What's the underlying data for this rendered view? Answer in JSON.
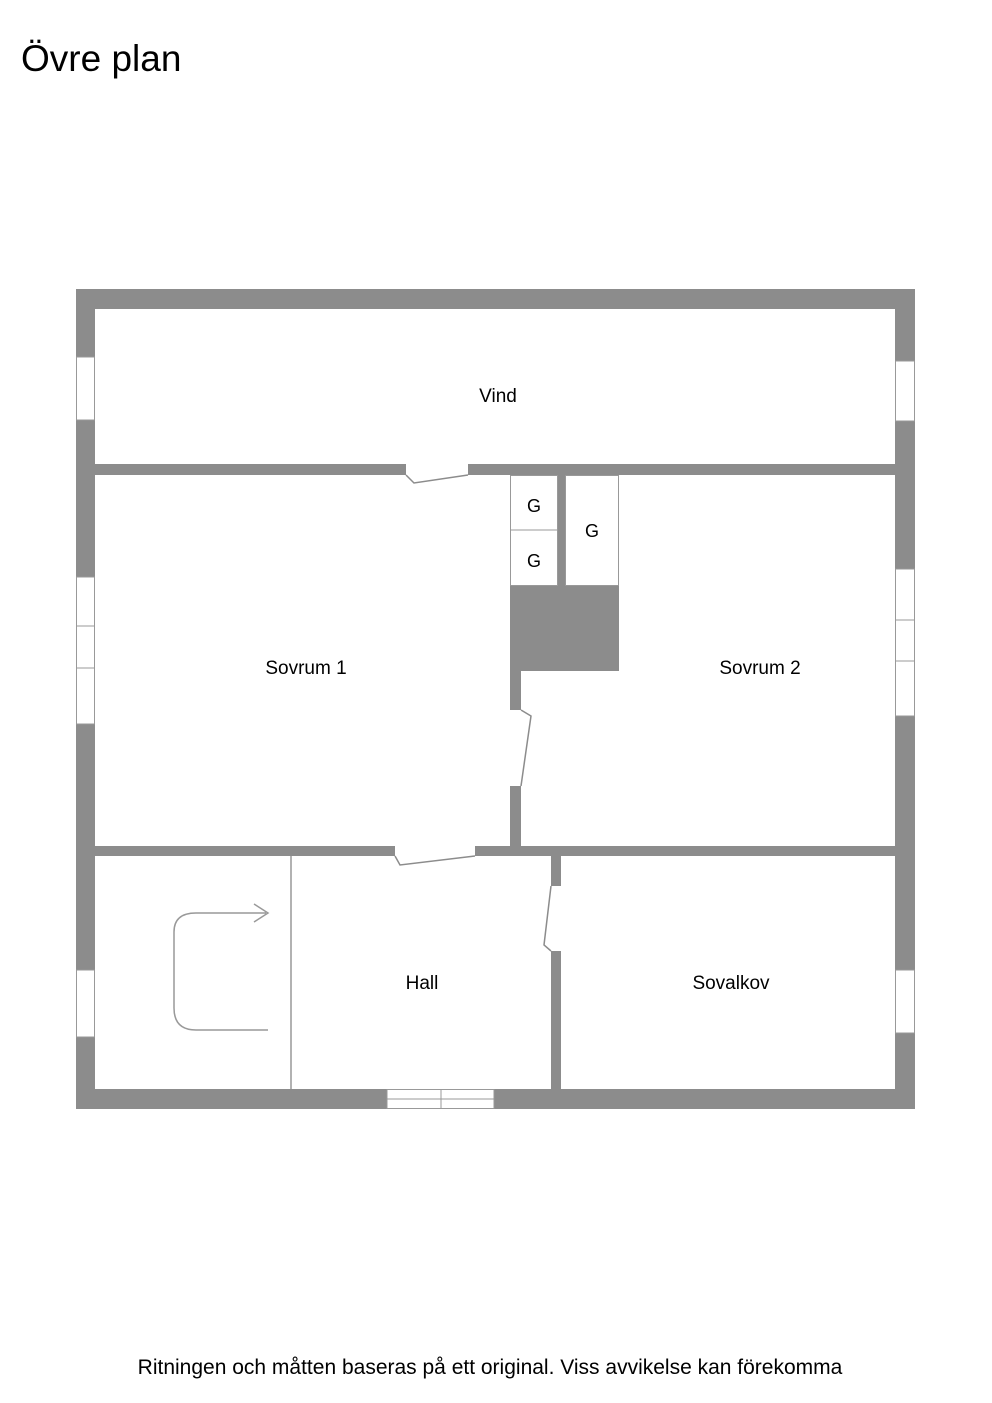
{
  "title": "Övre plan",
  "footer": "Ritningen och måtten baseras på ett original. Viss avvikelse kan förekomma",
  "colors": {
    "wall": "#8c8c8c",
    "line": "#999999",
    "background": "#ffffff"
  },
  "rooms": {
    "vind": "Vind",
    "sovrum1": "Sovrum 1",
    "sovrum2": "Sovrum 2",
    "hall": "Hall",
    "sovalkov": "Sovalkov"
  },
  "closets": {
    "g1": "G",
    "g2": "G",
    "g3": "G"
  },
  "icons": {
    "stairs": "stairs-arrow-icon",
    "chimney": "chimney-icon"
  }
}
